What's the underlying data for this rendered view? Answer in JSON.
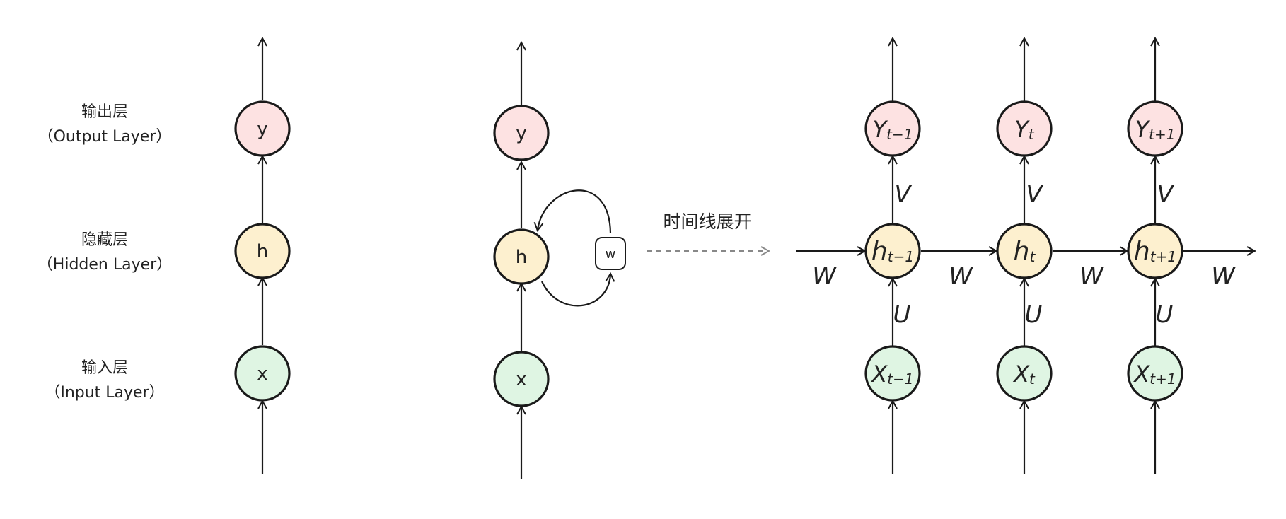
{
  "layer_labels": {
    "output": {
      "zh": "输出层",
      "en": "（Output Layer）"
    },
    "hidden": {
      "zh": "隐藏层",
      "en": "（Hidden Layer）"
    },
    "input": {
      "zh": "输入层",
      "en": "（Input Layer）"
    }
  },
  "simple_net": {
    "output": "y",
    "hidden": "h",
    "input": "x"
  },
  "recurrent_net": {
    "output": "y",
    "hidden": "h",
    "input": "x",
    "weight": "w"
  },
  "unroll_label": "时间线展开",
  "unrolled": {
    "outputs": [
      {
        "base": "Y",
        "sub": "t−1"
      },
      {
        "base": "Y",
        "sub": "t"
      },
      {
        "base": "Y",
        "sub": "t+1"
      }
    ],
    "hiddens": [
      {
        "base": "h",
        "sub": "t−1"
      },
      {
        "base": "h",
        "sub": "t"
      },
      {
        "base": "h",
        "sub": "t+1"
      }
    ],
    "inputs": [
      {
        "base": "X",
        "sub": "t−1"
      },
      {
        "base": "X",
        "sub": "t"
      },
      {
        "base": "X",
        "sub": "t+1"
      }
    ],
    "weight_v": "V",
    "weight_u": "U",
    "weight_w": "W"
  },
  "colors": {
    "output_fill": "#fde2e2",
    "hidden_fill": "#fdf0cf",
    "input_fill": "#dff5e3",
    "stroke": "#1a1a1a",
    "dashed_arrow": "#888888"
  }
}
